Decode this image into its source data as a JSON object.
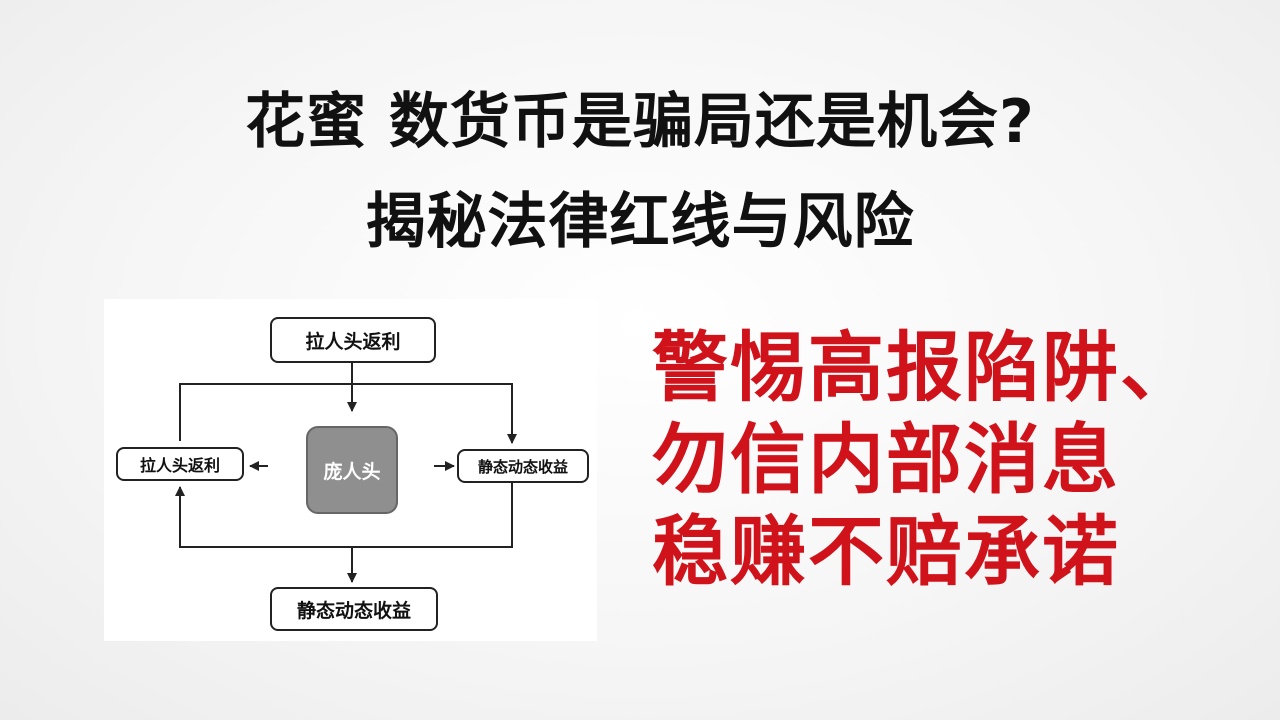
{
  "title": {
    "line1": "花蜜 数货币是骗局还是机会?",
    "line2": "揭秘法律红线与风险"
  },
  "diagram": {
    "top_node": "拉人头返利",
    "left_node": "拉人头返利",
    "center_node": "庞人头",
    "right_node": "静态动态收益",
    "bottom_node": "静态动态收益"
  },
  "warning": {
    "line1": "警惕高报陷阱、",
    "line2": "勿信内部消息",
    "line3": "稳赚不赔承诺"
  },
  "colors": {
    "warning_red": "#d0121b",
    "center_gray": "#8f8f8f"
  }
}
